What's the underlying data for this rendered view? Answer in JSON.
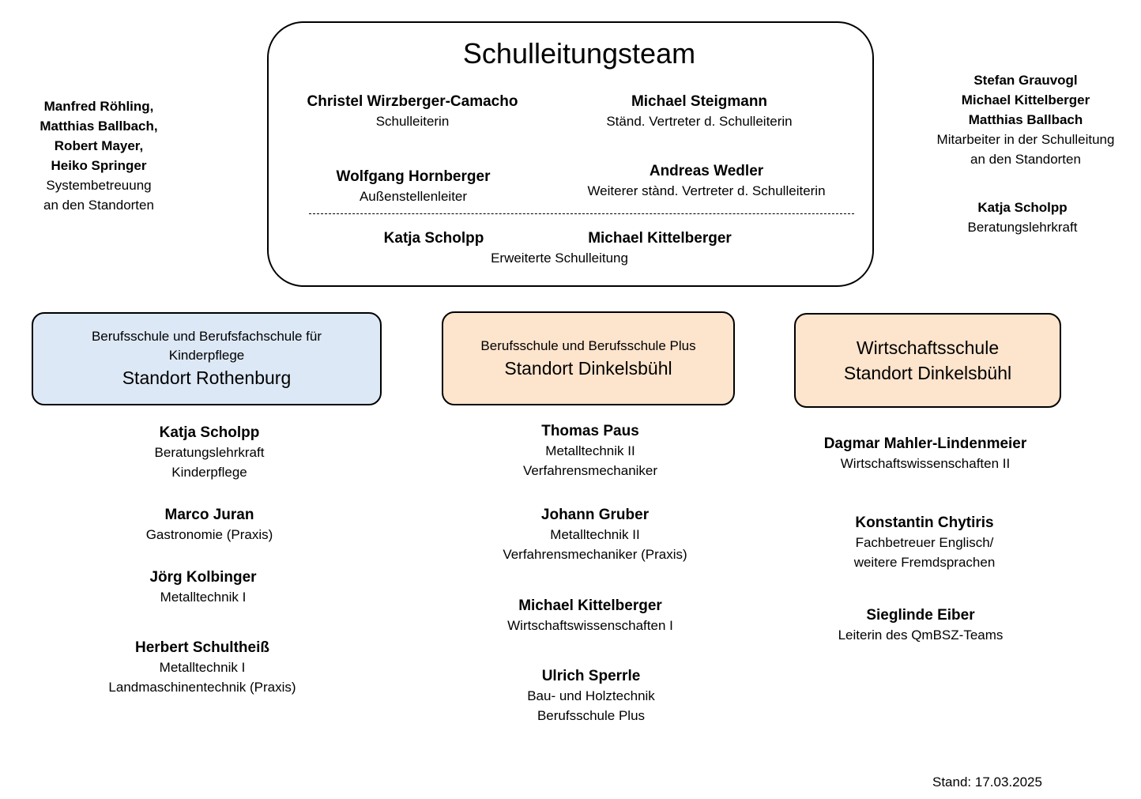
{
  "leadership": {
    "title": "Schulleitungsteam",
    "members": [
      {
        "name": "Christel Wirzberger-Camacho",
        "role": "Schulleiterin"
      },
      {
        "name": "Michael Steigmann",
        "role": "Ständ. Vertreter d. Schulleiterin"
      },
      {
        "name": "Wolfgang Hornberger",
        "role": "Außenstellenleiter"
      },
      {
        "name": "Andreas Wedler",
        "role": "Weiterer stànd. Vertreter d. Schulleiterin"
      }
    ],
    "extended": {
      "names": [
        "Katja Scholpp",
        "Michael Kittelberger"
      ],
      "role": "Erweiterte Schulleitung"
    }
  },
  "side_left": {
    "names": [
      "Manfred Röhling,",
      "Matthias Ballbach,",
      "Robert Mayer,",
      "Heiko Springer"
    ],
    "role_lines": [
      "Systembetreuung",
      "an den Standorten"
    ]
  },
  "side_right": {
    "names": [
      "Stefan Grauvogl",
      "Michael Kittelberger",
      "Matthias Ballbach"
    ],
    "role_lines": [
      "Mitarbeiter in der Schulleitung",
      "an den Standorten"
    ],
    "extra": {
      "name": "Katja Scholpp",
      "role": "Beratungslehrkraft"
    }
  },
  "locations": [
    {
      "subtitle_lines": [
        "Berufsschule und Berufsfachschule für",
        "Kinderpflege"
      ],
      "title_lines": [
        "Standort Rothenburg"
      ],
      "people": [
        {
          "name": "Katja Scholpp",
          "roles": [
            "Beratungslehrkraft",
            "Kinderpflege"
          ]
        },
        {
          "name": "Marco Juran",
          "roles": [
            "Gastronomie (Praxis)"
          ]
        },
        {
          "name": "Jörg Kolbinger",
          "roles": [
            "Metalltechnik I"
          ]
        },
        {
          "name": "Herbert Schultheiß",
          "roles": [
            "Metalltechnik I",
            "Landmaschinentechnik (Praxis)"
          ]
        }
      ]
    },
    {
      "subtitle_lines": [
        "Berufsschule und Berufsschule Plus"
      ],
      "title_lines": [
        "Standort Dinkelsbühl"
      ],
      "people": [
        {
          "name": "Thomas Paus",
          "roles": [
            "Metalltechnik II",
            "Verfahrensmechaniker"
          ]
        },
        {
          "name": "Johann Gruber",
          "roles": [
            "Metalltechnik II",
            "Verfahrensmechaniker (Praxis)"
          ]
        },
        {
          "name": "Michael Kittelberger",
          "roles": [
            "Wirtschaftswissenschaften I"
          ]
        },
        {
          "name": "Ulrich Sperrle",
          "roles": [
            "Bau- und Holztechnik",
            "Berufsschule Plus"
          ]
        }
      ]
    },
    {
      "subtitle_lines": [],
      "title_lines": [
        "Wirtschaftsschule",
        "Standort Dinkelsbühl"
      ],
      "people": [
        {
          "name": "Dagmar Mahler-Lindenmeier",
          "roles": [
            "Wirtschaftswissenschaften II"
          ]
        },
        {
          "name": "Konstantin Chytiris",
          "roles": [
            "Fachbetreuer Englisch/",
            "weitere Fremdsprachen"
          ]
        },
        {
          "name": "Sieglinde Eiber",
          "roles": [
            "Leiterin des QmBSZ-Teams"
          ]
        }
      ]
    }
  ],
  "footer": {
    "date": "Stand: 17.03.2025"
  }
}
